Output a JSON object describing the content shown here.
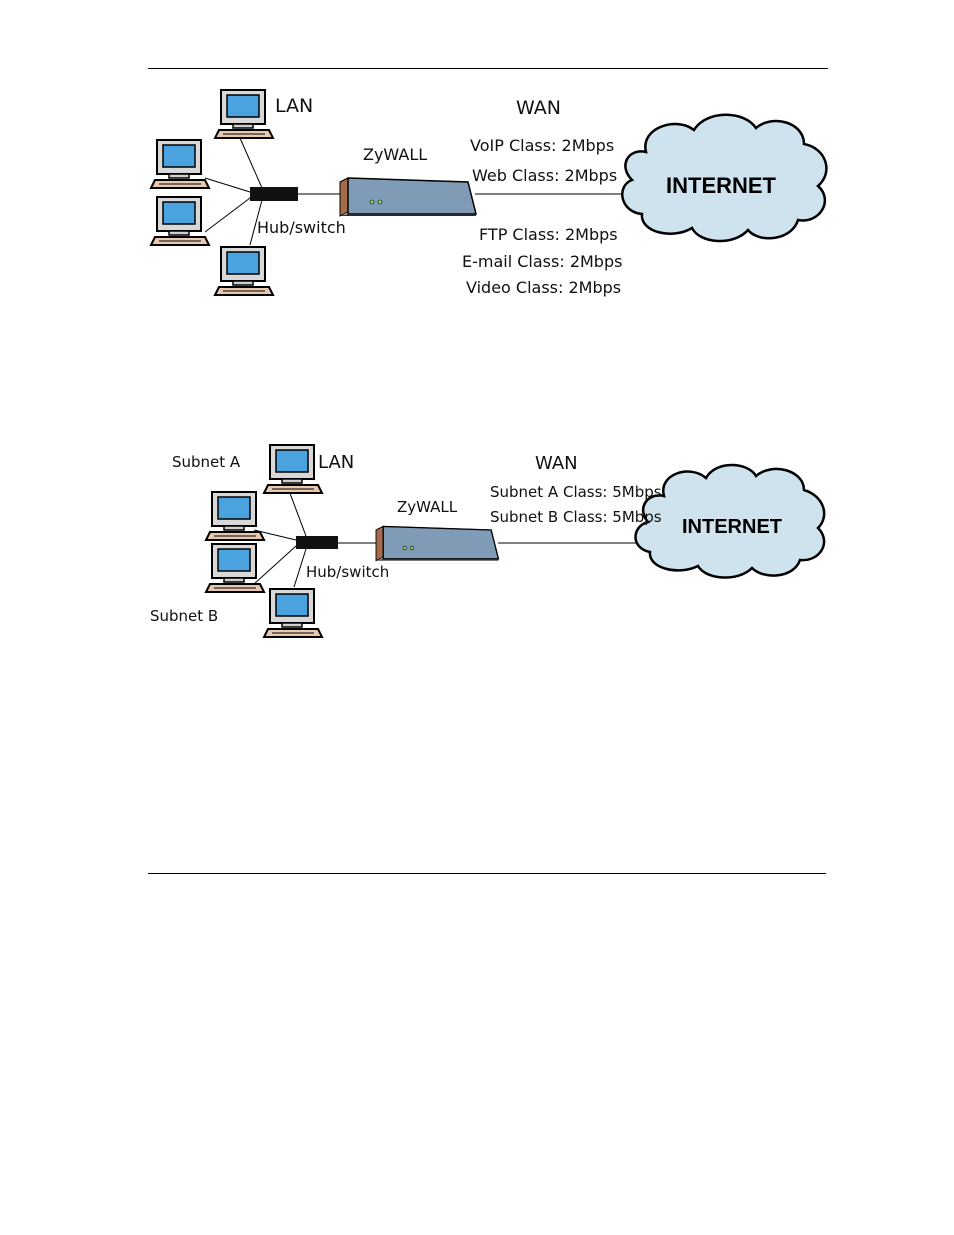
{
  "diagram1": {
    "lan_label": "LAN",
    "wan_label": "WAN",
    "device_label": "ZyWALL",
    "hub_label": "Hub/switch",
    "internet_label": "INTERNET",
    "classes": {
      "voip": "VoIP Class: 2Mbps",
      "web": "Web Class: 2Mbps",
      "ftp": "FTP Class: 2Mbps",
      "email": "E-mail Class: 2Mbps",
      "video": "Video Class: 2Mbps"
    }
  },
  "diagram2": {
    "lan_label": "LAN",
    "wan_label": "WAN",
    "device_label": "ZyWALL",
    "hub_label": "Hub/switch",
    "internet_label": "INTERNET",
    "subnet_a_label": "Subnet A",
    "subnet_b_label": "Subnet B",
    "classes": {
      "subnet_a": "Subnet A Class: 5Mbps",
      "subnet_b": "Subnet B Class: 5Mbps"
    }
  },
  "colors": {
    "screen": "#4aa3df",
    "monitor_case": "#d8d8d8",
    "keyboard": "#e8c9b0",
    "router_top": "#c7d8e6",
    "router_front": "#7f9bb5",
    "router_side": "#a56b4a",
    "cloud_fill": "#cfe3ee",
    "hub": "#111111"
  }
}
